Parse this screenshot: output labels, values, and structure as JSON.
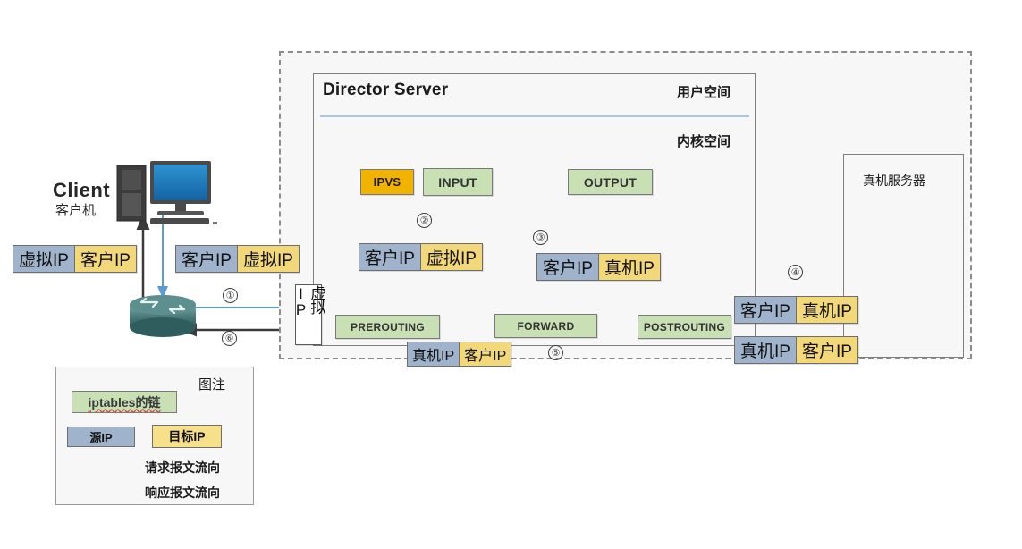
{
  "diagram": {
    "title_director": "Director Server",
    "user_space": "用户空间",
    "kernel_space": "内核空间",
    "real_servers_title": "真机服务器",
    "client_en": "Client",
    "client_cn": "客户机",
    "vip_vertical": "虚拟IP"
  },
  "chains": {
    "ipvs": "IPVS",
    "input": "INPUT",
    "output": "OUTPUT",
    "prerouting": "PREROUTING",
    "forward": "FORWARD",
    "postrouting": "POSTROUTING"
  },
  "ip_terms": {
    "virtual": "虚拟IP",
    "client": "客户IP",
    "real": "真机IP"
  },
  "packets": [
    {
      "id": "client-response",
      "src": "虚拟IP",
      "dst": "客户IP"
    },
    {
      "id": "client-request",
      "src": "客户IP",
      "dst": "虚拟IP"
    },
    {
      "id": "prerouting-in",
      "src": "客户IP",
      "dst": "虚拟IP"
    },
    {
      "id": "postrouting-out",
      "src": "客户IP",
      "dst": "真机IP"
    },
    {
      "id": "realserver-in",
      "src": "客户IP",
      "dst": "真机IP"
    },
    {
      "id": "realserver-out",
      "src": "真机IP",
      "dst": "客户IP"
    },
    {
      "id": "prerouting-back",
      "src": "真机IP",
      "dst": "客户IP"
    }
  ],
  "steps": {
    "s1": "①",
    "s2": "②",
    "s3": "③",
    "s4": "④",
    "s5": "⑤",
    "s6": "⑥"
  },
  "legend": {
    "title": "图注",
    "chain_label": "iptables的链",
    "src_label": "源IP",
    "dst_label": "目标IP",
    "request_flow": "请求报文流向",
    "response_flow": "响应报文流向"
  },
  "colors": {
    "chain_green": "#c8e0b4",
    "ipvs_orange": "#f2b200",
    "src_blue": "#9fb4cc",
    "dst_yellow": "#f2d878",
    "request_arrow": "#5b9bd5",
    "response_arrow": "#3a3a3a",
    "panel_bg": "#f7f7f7"
  }
}
